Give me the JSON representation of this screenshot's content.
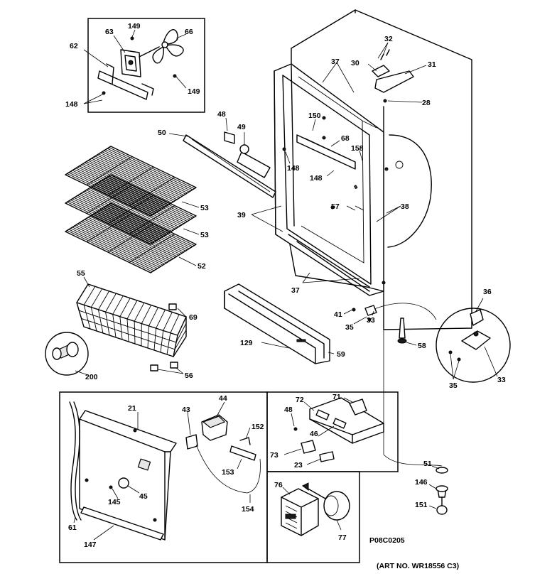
{
  "diagram_ref": "P08C0205",
  "art_no": "(ART NO. WR18556 C3)",
  "labels": {
    "l63": "63",
    "l149a": "149",
    "l66": "66",
    "l62": "62",
    "l149b": "149",
    "l148a": "148",
    "l32": "32",
    "l30": "30",
    "l31": "31",
    "l37a": "37",
    "l28": "28",
    "l48a": "48",
    "l150": "150",
    "l49": "49",
    "l50": "50",
    "l68": "68",
    "l158": "158",
    "l148b": "148",
    "l148c": "148",
    "l53a": "53",
    "l53b": "53",
    "l52": "52",
    "l39": "39",
    "l57": "57",
    "l38": "38",
    "l55": "55",
    "l69": "69",
    "l37b": "37",
    "l41": "41",
    "l35a": "35",
    "l33a": "33",
    "l36": "36",
    "l58": "58",
    "l129": "129",
    "l59": "59",
    "l200": "200",
    "l56": "56",
    "l35b": "35",
    "l33b": "33",
    "l21": "21",
    "l43": "43",
    "l44": "44",
    "l152": "152",
    "l153": "153",
    "l145": "145",
    "l45": "45",
    "l61": "61",
    "l147": "147",
    "l154": "154",
    "l72": "72",
    "l71": "71",
    "l48b": "48",
    "l46": "46",
    "l73": "73",
    "l23": "23",
    "l76": "76",
    "l77": "77",
    "l51": "51",
    "l146": "146",
    "l151": "151"
  }
}
